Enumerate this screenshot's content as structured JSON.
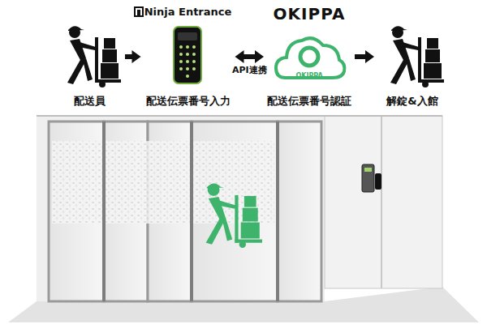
{
  "diagram": {
    "nodes": [
      {
        "text": [
          "配送員"
        ]
      },
      {
        "text": [
          "Ninja Entrance",
          "配送伝票番号入力"
        ]
      },
      {
        "text": [
          "OKIPPA",
          "OKIPPA",
          "配送伝票番号認証"
        ]
      },
      {
        "text": [
          "解錠&入館"
        ]
      }
    ],
    "edges": [
      {
        "from": 0,
        "to": 1,
        "arrow": "to"
      },
      {
        "from": 1,
        "to": 2,
        "label": "API連携",
        "arrow": "both"
      },
      {
        "from": 2,
        "to": 3,
        "arrow": "to"
      }
    ]
  }
}
